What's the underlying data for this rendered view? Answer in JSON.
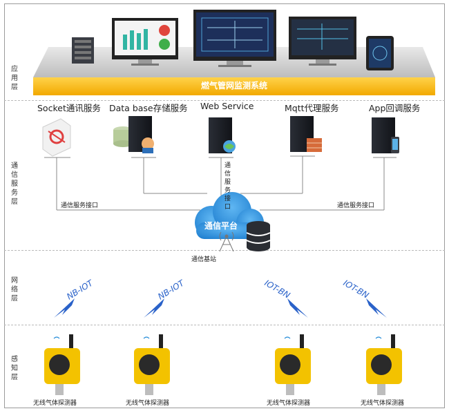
{
  "layers": {
    "app": "应用层",
    "comm": "通信服务层",
    "network": "网络层",
    "sensing": "感知层"
  },
  "app_layer": {
    "banner": "燃气管网监测系统"
  },
  "services": [
    "Socket通讯服务",
    "Data base存储服务",
    "Web Service",
    "Mqtt代理服务",
    "App回调服务"
  ],
  "comm_interface_left": "通信服务接口",
  "comm_interface_right": "通信服务接口",
  "comm_interface_vertical": "通信服务接口",
  "platform": "通信平台",
  "base_station": "通信基站",
  "network_labels": [
    "NB-IOT",
    "NB-IOT",
    "IOT-BN",
    "IOT-BN"
  ],
  "detectors": [
    "无线气体探测器",
    "无线气体探测器",
    "无线气体探测器",
    "无线气体探测器"
  ],
  "colors": {
    "banner": "#f5b800",
    "cloud": "#2a8fd9",
    "lightning": "#2a62c9",
    "detector": "#f3c200"
  }
}
